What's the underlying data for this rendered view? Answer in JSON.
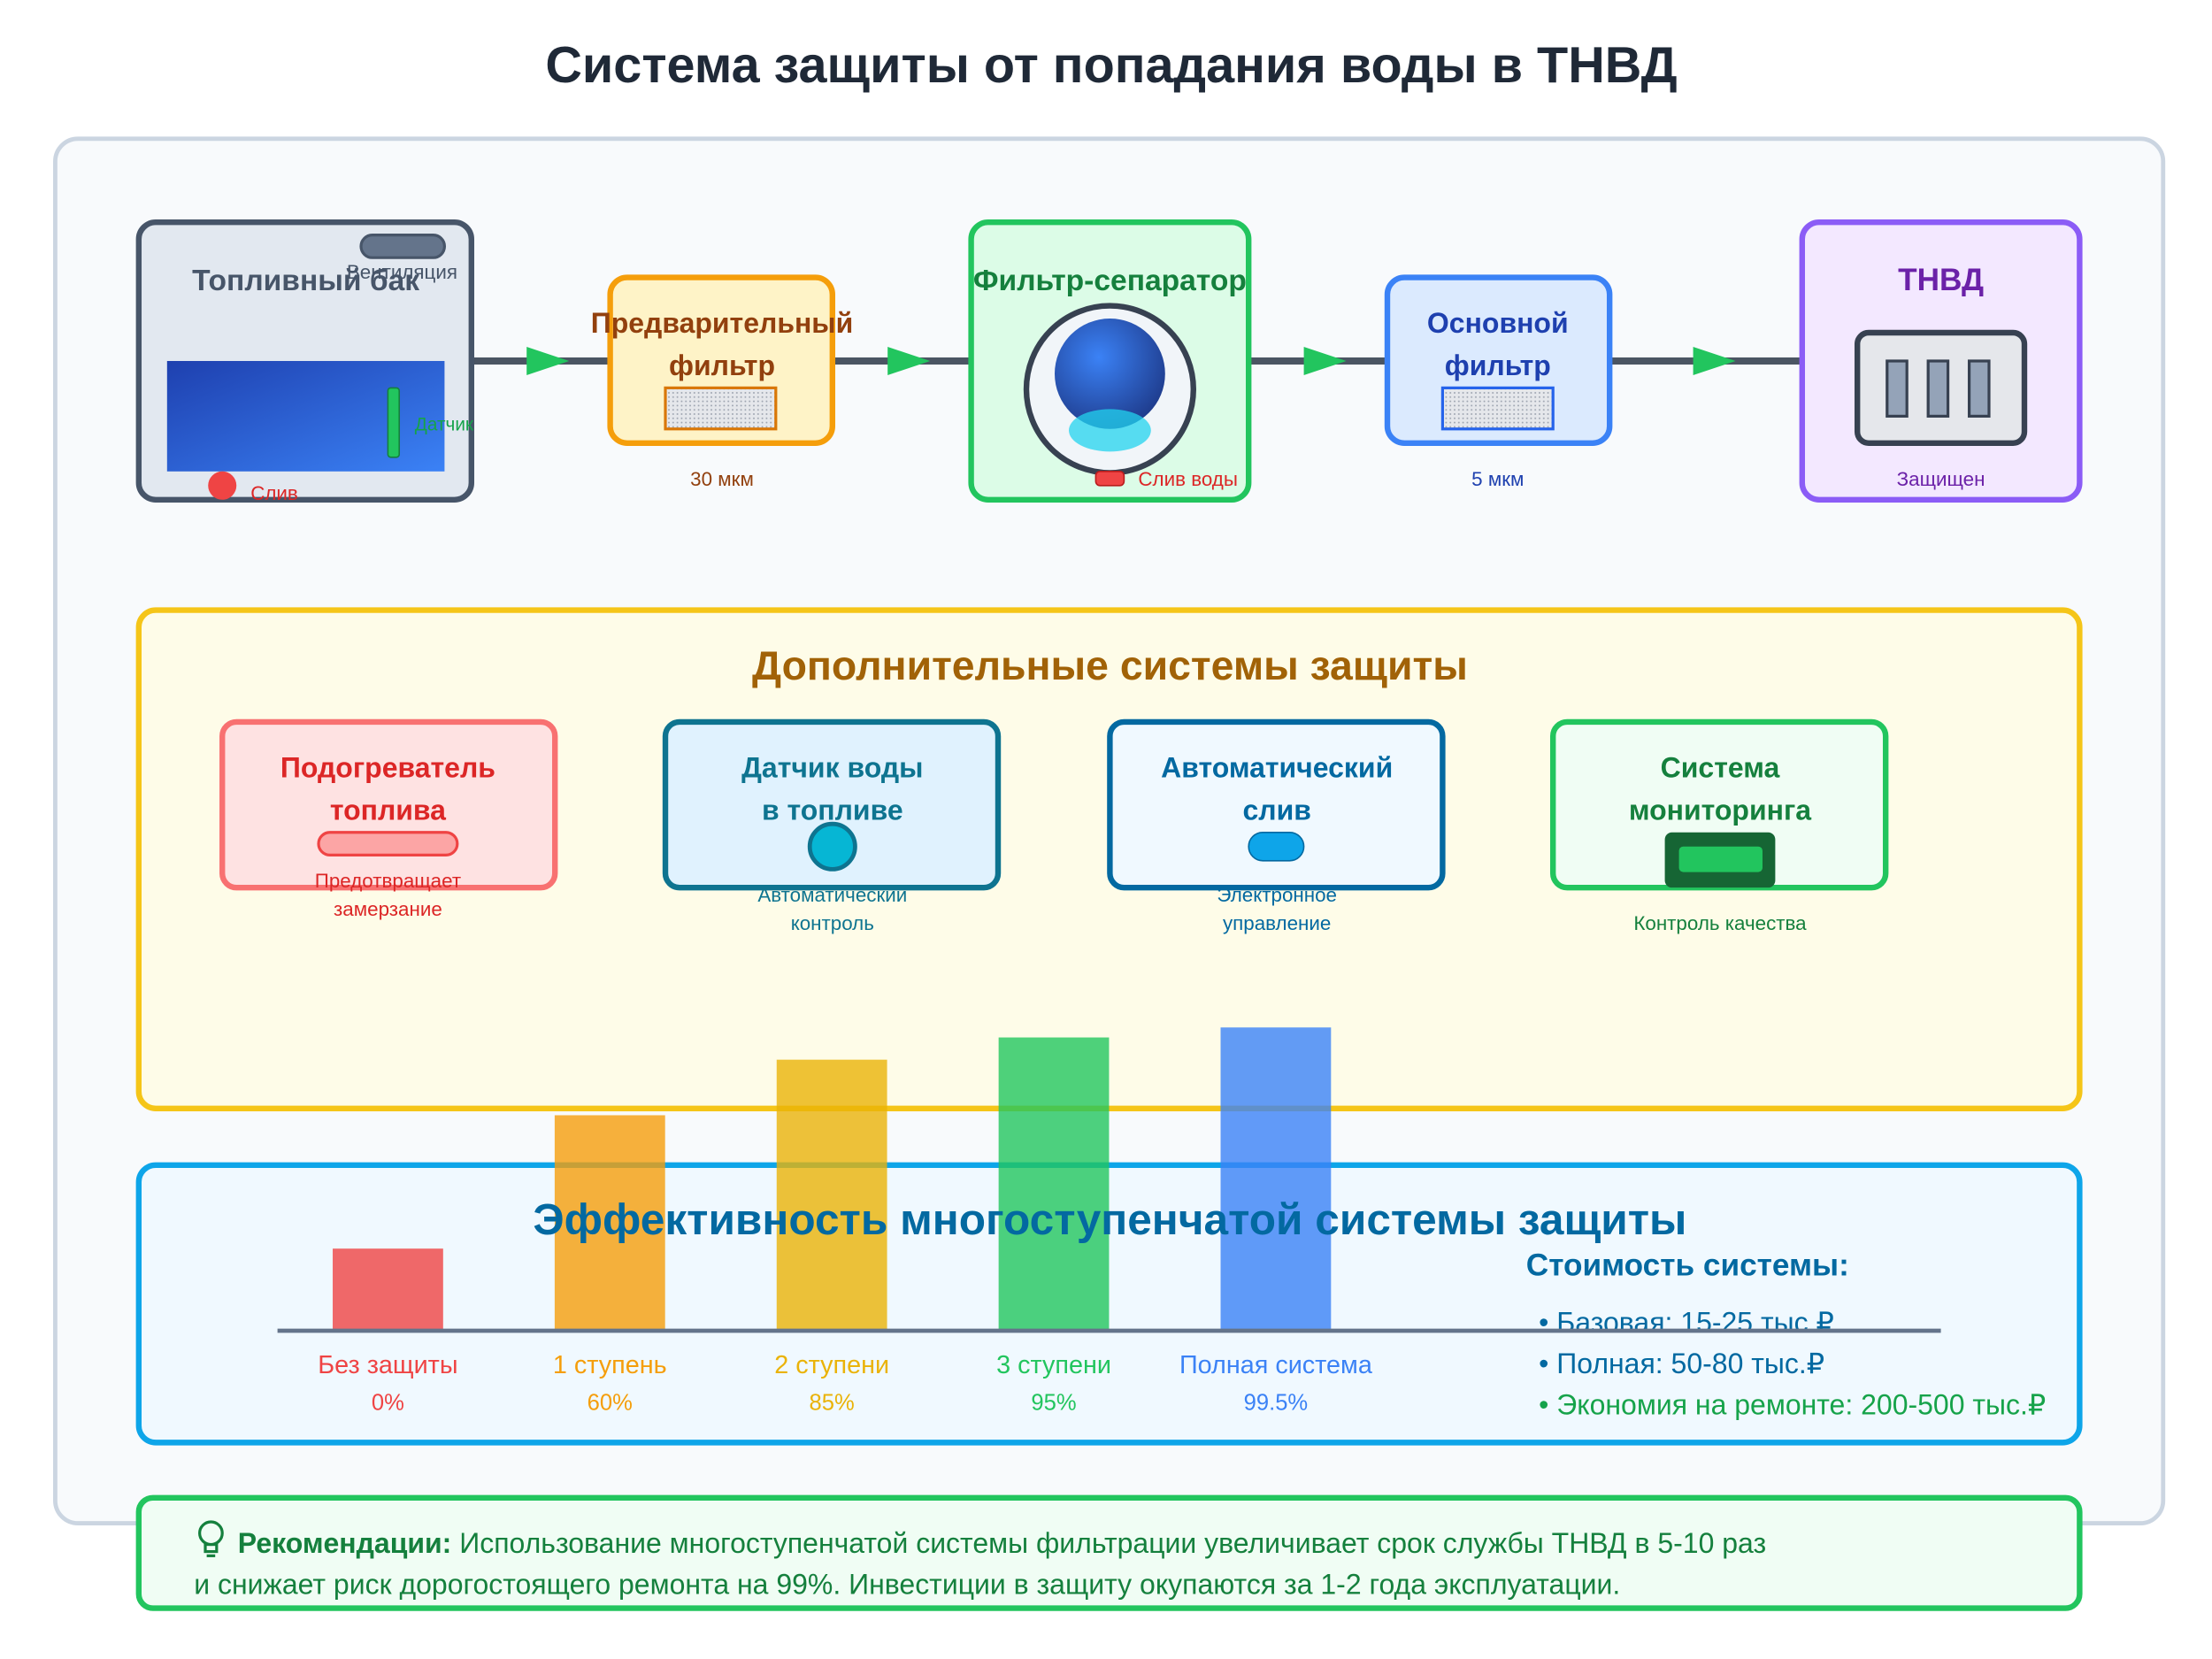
{
  "title": "Система защиты от попадания воды в ТНВД",
  "pipeline": {
    "tank": {
      "title": "Топливный бак",
      "vent_label": "Вентиляция",
      "sensor_label": "Датчик",
      "drain_label": "Слив"
    },
    "prefilter": {
      "title_line1": "Предварительный",
      "title_line2": "фильтр",
      "rating": "30 мкм"
    },
    "separator": {
      "title": "Фильтр-сепаратор",
      "drain_label": "Слив воды"
    },
    "main_filter": {
      "title_line1": "Основной",
      "title_line2": "фильтр",
      "rating": "5 мкм"
    },
    "pump": {
      "title": "ТНВД",
      "status": "Защищен"
    }
  },
  "extra": {
    "title": "Дополнительные системы защиты",
    "cards": [
      {
        "line1": "Подогреватель",
        "line2": "топлива",
        "caption1": "Предотвращает",
        "caption2": "замерзание"
      },
      {
        "line1": "Датчик воды",
        "line2": "в топливе",
        "caption1": "Автоматический",
        "caption2": "контроль"
      },
      {
        "line1": "Автоматический",
        "line2": "слив",
        "caption1": "Электронное",
        "caption2": "управление"
      },
      {
        "line1": "Система",
        "line2": "мониторинга",
        "caption1": "Контроль качества",
        "caption2": ""
      }
    ]
  },
  "efficiency": {
    "title": "Эффективность многоступенчатой системы защиты",
    "cost": {
      "title": "Стоимость системы:",
      "items": [
        "• Базовая: 15-25 тыс.₽",
        "• Полная: 50-80 тыс.₽",
        "• Экономия на ремонте: 200-500 тыс.₽"
      ]
    }
  },
  "chart_data": {
    "type": "bar",
    "categories": [
      "Без защиты",
      "1 ступень",
      "2 ступени",
      "3 ступени",
      "Полная система"
    ],
    "values": [
      0,
      60,
      85,
      95,
      99.5
    ],
    "value_labels": [
      "0%",
      "60%",
      "85%",
      "95%",
      "99.5%"
    ],
    "colors": [
      "#ef4444",
      "#f59e0b",
      "#eab308",
      "#22c55e",
      "#3b82f6"
    ]
  },
  "recommendation": {
    "icon": "lightbulb-icon",
    "label": "Рекомендации:",
    "line1": "Использование многоступенчатой системы фильтрации увеличивает срок службы ТНВД в 5-10 раз",
    "line2": "и снижает риск дорогостоящего ремонта на 99%. Инвестиции в защиту окупаются за 1-2 года эксплуатации."
  },
  "colors": {
    "flow_arrow": "#22c55e",
    "pipe": "#4b5563",
    "tank_border": "#475569",
    "prefilter": "#f59e0b",
    "separator": "#22c55e",
    "main_filter": "#3b82f6",
    "pump": "#8b5cf6",
    "extra_border": "#f5c518",
    "efficiency_border": "#0ea5e9",
    "recommendation_border": "#22c55e"
  }
}
